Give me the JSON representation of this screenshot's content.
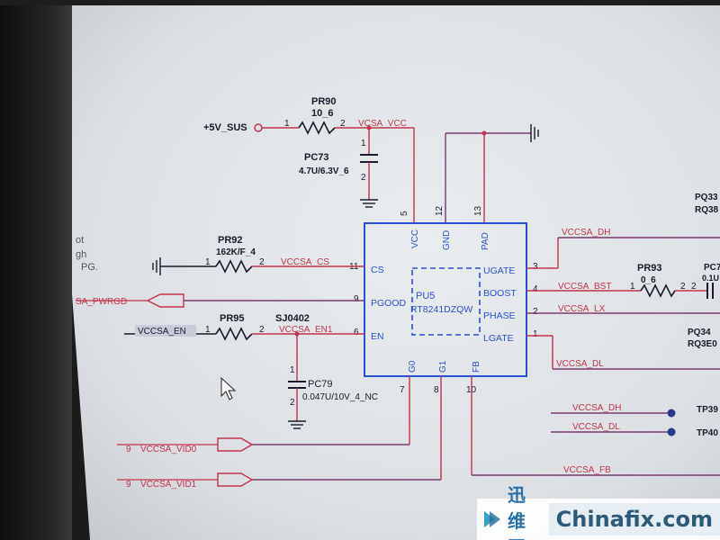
{
  "schematic": {
    "pr90": {
      "ref": "PR90",
      "value": "10_6",
      "pin1": "1",
      "pin2": "2"
    },
    "pc73": {
      "ref": "PC73",
      "value": "4.7U/6.3V_6",
      "pin1": "1",
      "pin2": "2"
    },
    "pr92": {
      "ref": "PR92",
      "value": "162K/F_4",
      "pin1": "1",
      "pin2": "2"
    },
    "pr95": {
      "ref": "PR95",
      "pin1": "1",
      "pin2": "2"
    },
    "sj0402": {
      "ref": "SJ0402"
    },
    "pc79": {
      "ref": "PC79",
      "value": "0.047U/10V_4_NC",
      "pin1": "1",
      "pin2": "2"
    },
    "pr93": {
      "ref": "PR93",
      "value": "0_6",
      "pin1": "1",
      "pin2": "2"
    },
    "pc_right": {
      "ref": "PC7",
      "value": "0.1U",
      "pin2": "2"
    },
    "pq33": {
      "ref": "PQ33",
      "value": "RQ38"
    },
    "pq34": {
      "ref": "PQ34",
      "value": "RQ3E0"
    },
    "tp39": "TP39",
    "tp40": "TP40",
    "ic": {
      "ref": "PU5",
      "part": "RT8241DZQW",
      "pins": [
        {
          "name": "VCC",
          "num": "5"
        },
        {
          "name": "GND",
          "num": "12"
        },
        {
          "name": "PAD",
          "num": "13"
        },
        {
          "name": "CS",
          "num": "11"
        },
        {
          "name": "PGOOD",
          "num": "9"
        },
        {
          "name": "EN",
          "num": "6"
        },
        {
          "name": "UGATE",
          "num": "3"
        },
        {
          "name": "BOOST",
          "num": "4"
        },
        {
          "name": "PHASE",
          "num": "2"
        },
        {
          "name": "LGATE",
          "num": "1"
        },
        {
          "name": "G0",
          "num": "7"
        },
        {
          "name": "G1",
          "num": "8"
        },
        {
          "name": "FB",
          "num": "10"
        }
      ]
    },
    "nets": {
      "p5v_sus": "+5V_SUS",
      "vcsa_vcc": "VCSA_VCC",
      "vccsa_cs": "VCCSA_CS",
      "vccsa_pwrgd": "SA_PWRGD",
      "vccsa_en_in": "VCCSA_EN",
      "vccsa_en1": "VCCSA_EN1",
      "vccsa_dh": "VCCSA_DH",
      "vccsa_bst": "VCCSA_BST",
      "vccsa_lx": "VCCSA_LX",
      "vccsa_dl": "VCCSA_DL",
      "vccsa_dh_tp": "VCCSA_DH",
      "vccsa_dl_tp": "VCCSA_DL",
      "vccsa_fb": "VCCSA_FB",
      "vccsa_vid0": "VCCSA_VID0",
      "vccsa_vid1": "VCCSA_VID1",
      "vid0_prefix": "9",
      "vid1_prefix": "9"
    },
    "left_fragments": [
      "ot",
      "gh",
      "PG."
    ]
  },
  "watermark": {
    "cn": "迅维网",
    "en": "Chinafix.com"
  },
  "colors": {
    "paper": "#dfe2e6",
    "wire": "#c0364a",
    "wire_purple": "#7a3a6e",
    "ic_blue": "#2a4fd0",
    "text_black": "#1a1a2a",
    "net_red": "#c0364a"
  }
}
